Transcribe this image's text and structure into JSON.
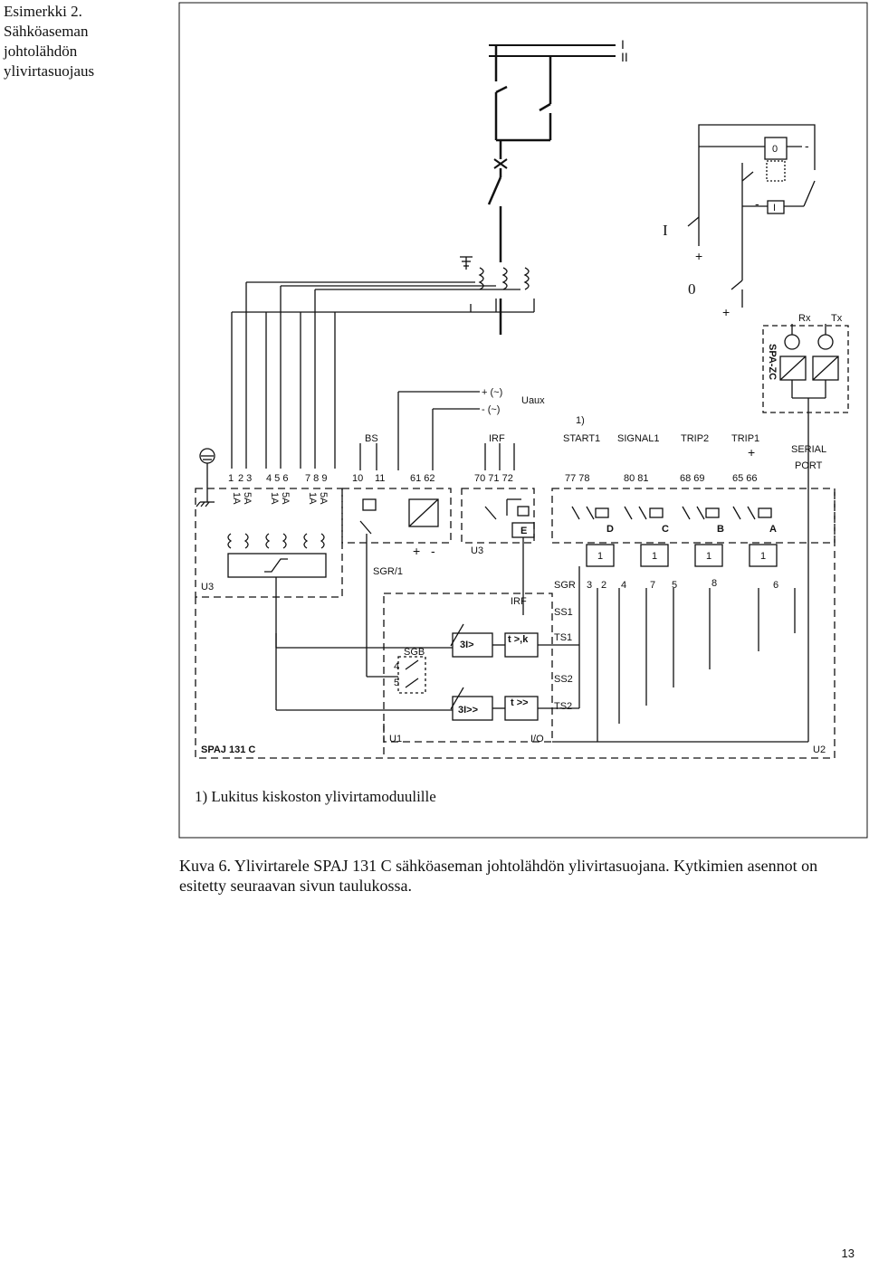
{
  "side_title": [
    "Esimerkki 2.",
    "Sähköaseman",
    "johtolähdön",
    "ylivirtasuojaus"
  ],
  "busbars": [
    "I",
    "II"
  ],
  "switch_panel": {
    "zero_box": "0",
    "one_box": "I",
    "minus_top": "-",
    "minus_mid": "-",
    "close_label": "I",
    "open_label": "0",
    "plus_close": "+",
    "plus_open": "+"
  },
  "spa_zc": {
    "name": "SPA-ZC",
    "rx": "Rx",
    "tx": "Tx"
  },
  "supply": {
    "plus_ac": "+ (~)",
    "minus_ac": "- (~)",
    "uaux": "Uaux",
    "note_ref": "1)"
  },
  "group_labels": [
    "BS",
    "IRF",
    "START1",
    "SIGNAL1",
    "TRIP2",
    "TRIP1"
  ],
  "serial_port": [
    "SERIAL",
    "PORT"
  ],
  "trip1_plus": "+",
  "terminals": {
    "t1": "1",
    "t23": "2 3",
    "t456": "4  5 6",
    "t789": "7  8 9",
    "t10": "10",
    "t11": "11",
    "t6162": "61 62",
    "t707172": "70 71 72",
    "t7778": "77  78",
    "t8081": "80  81",
    "t6869": "68  69",
    "t6566": "65  66"
  },
  "ct_ratings": {
    "c1": [
      "1A",
      "5A"
    ],
    "c2": [
      "1A",
      "5A"
    ],
    "c3": [
      "1A",
      "5A"
    ]
  },
  "relays": [
    "E",
    "D",
    "C",
    "B",
    "A"
  ],
  "or_gates": [
    "1",
    "1",
    "1",
    "1"
  ],
  "blocks": {
    "u3_left": "U3",
    "u3_mid": "U3",
    "sgr1": "SGR/1",
    "irf": "IRF",
    "sgr": "SGR",
    "ss1": "SS1",
    "ts1": "TS1",
    "ss2": "SS2",
    "ts2": "TS2",
    "sgb": "SGB",
    "sgb_4": "4",
    "sgb_5": "5",
    "i_low": "3I>",
    "i_high": "3I>>",
    "t_low": "t >,k",
    "t_high": "t >>",
    "psu_plus": "+",
    "psu_minus": "-",
    "u1": "U1",
    "u2": "U2",
    "io": "I/O",
    "device": "SPAJ 131 C"
  },
  "sgr_switches": [
    "3",
    "2",
    "4",
    "7",
    "5",
    "8",
    "6"
  ],
  "footnote": "1) Lukitus kiskoston ylivirtamoduulille",
  "caption": "Kuva 6. Ylivirtarele SPAJ 131 C sähköaseman johtolähdön ylivirtasuojana. Kytkimien asennot on esitetty seuraavan sivun taulukossa.",
  "page_number": "13"
}
